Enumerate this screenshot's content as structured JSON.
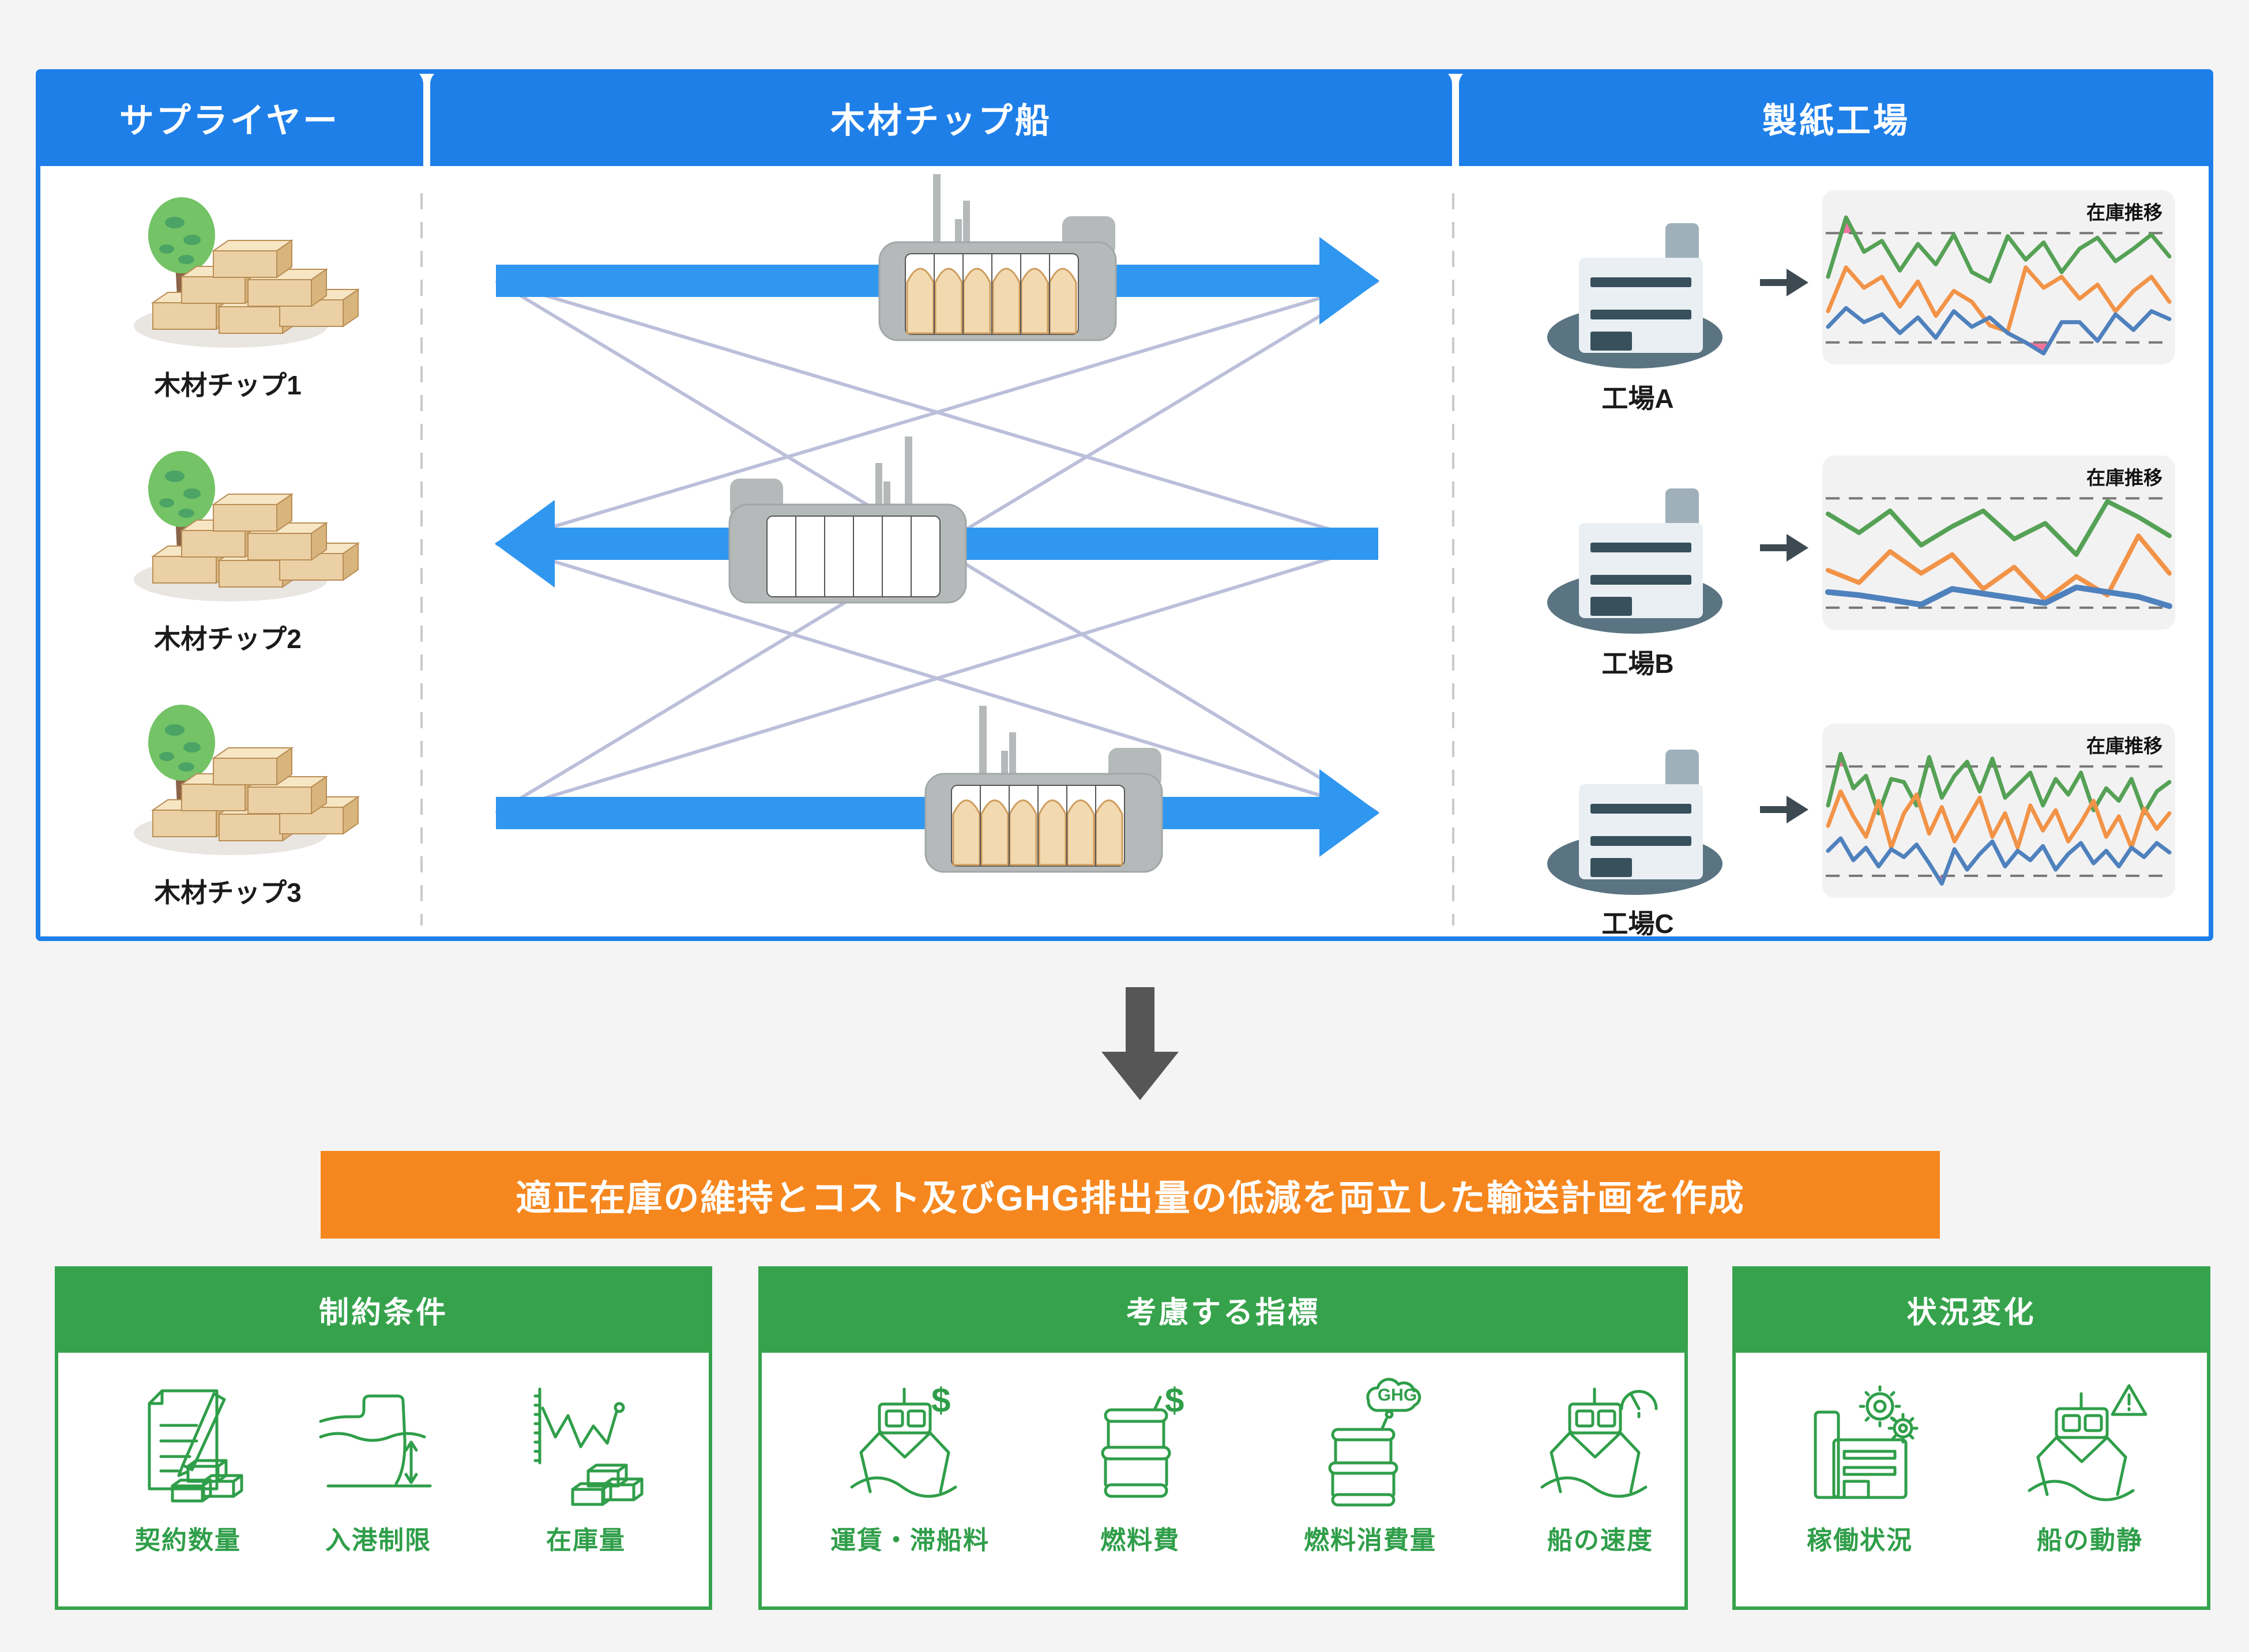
{
  "panel": {
    "tabs": {
      "supplier": "サプライヤー",
      "ships": "木材チップ船",
      "mills": "製紙工場"
    },
    "suppliers": [
      {
        "label": "木材チップ1"
      },
      {
        "label": "木材チップ2"
      },
      {
        "label": "木材チップ3"
      }
    ],
    "mills": [
      {
        "label": "工場A"
      },
      {
        "label": "工場B"
      },
      {
        "label": "工場C"
      }
    ]
  },
  "banner": {
    "text": "適正在庫の維持とコスト及びGHG排出量の低減を両立した輸送計画を作成"
  },
  "boxes": [
    {
      "title": "制約条件",
      "items": [
        {
          "label": "契約数量",
          "icon": "contract-icon"
        },
        {
          "label": "入港制限",
          "icon": "port-restriction-icon"
        },
        {
          "label": "在庫量",
          "icon": "inventory-icon"
        }
      ]
    },
    {
      "title": "考慮する指標",
      "items": [
        {
          "label": "運賃・滞船料",
          "icon": "freight-ship-icon"
        },
        {
          "label": "燃料費",
          "icon": "fuel-cost-barrel-icon"
        },
        {
          "label": "燃料消費量",
          "icon": "fuel-consumption-barrel-icon"
        },
        {
          "label": "船の速度",
          "icon": "ship-speed-icon"
        }
      ]
    },
    {
      "title": "状況変化",
      "items": [
        {
          "label": "稼働状況",
          "icon": "factory-operation-icon"
        },
        {
          "label": "船の動静",
          "icon": "ship-movement-icon"
        }
      ]
    }
  ],
  "icon_badges": {
    "dollar": "$",
    "ghg": "GHG"
  },
  "colors": {
    "background": "#f4f4f5",
    "panel_border": "#1e7fe9",
    "header_blue": "#1e7fe9",
    "arrow_blue": "#2f97f0",
    "network_line": "#b9bcd9",
    "down_arrow_gray": "#565656",
    "banner_orange": "#f6871e",
    "box_green": "#36a34c",
    "icon_green": "#2f9e49",
    "series_green": "#55a155",
    "series_orange": "#f29347",
    "series_blue": "#4f81bd",
    "violation_pink": "#f2739e",
    "threshold_dash": "#777777",
    "chart_card_bg": "#f2f2f3"
  },
  "chart_data": [
    {
      "type": "line",
      "title": "在庫推移",
      "mill": "工場A",
      "ylim": [
        0,
        100
      ],
      "upper_limit": 80,
      "lower_limit": 10,
      "grid": false,
      "legend": "none",
      "series": [
        {
          "name": "green",
          "color": "#55a155",
          "bound": "upper",
          "values": [
            52,
            90,
            68,
            75,
            56,
            73,
            60,
            79,
            55,
            49,
            78,
            63,
            74,
            55,
            70,
            77,
            62,
            70,
            79,
            65
          ]
        },
        {
          "name": "orange",
          "color": "#f29347",
          "bound": null,
          "values": [
            30,
            58,
            45,
            52,
            33,
            49,
            27,
            43,
            36,
            21,
            17,
            58,
            45,
            52,
            38,
            47,
            30,
            43,
            52,
            36
          ]
        },
        {
          "name": "blue",
          "color": "#4f81bd",
          "bound": "lower",
          "values": [
            20,
            32,
            23,
            28,
            16,
            26,
            13,
            30,
            20,
            26,
            16,
            10,
            3,
            23,
            23,
            11,
            28,
            18,
            30,
            25
          ]
        }
      ]
    },
    {
      "type": "line",
      "title": "在庫推移",
      "mill": "工場B",
      "ylim": [
        0,
        100
      ],
      "upper_limit": 80,
      "lower_limit": 10,
      "grid": false,
      "legend": "none",
      "series": [
        {
          "name": "green",
          "color": "#55a155",
          "bound": "upper",
          "width": 8,
          "values": [
            70,
            58,
            72,
            50,
            62,
            72,
            54,
            64,
            44,
            78,
            68,
            56
          ]
        },
        {
          "name": "orange",
          "color": "#f29347",
          "bound": null,
          "width": 8,
          "values": [
            34,
            26,
            46,
            32,
            44,
            22,
            36,
            15,
            30,
            18,
            56,
            32
          ]
        },
        {
          "name": "blue",
          "color": "#4f81bd",
          "bound": "lower",
          "width": 10,
          "values": [
            20,
            18,
            15,
            12,
            22,
            19,
            16,
            13,
            23,
            20,
            17,
            11
          ]
        }
      ]
    },
    {
      "type": "line",
      "title": "在庫推移",
      "mill": "工場C",
      "ylim": [
        0,
        100
      ],
      "upper_limit": 80,
      "lower_limit": 10,
      "grid": false,
      "legend": "none",
      "series": [
        {
          "name": "green",
          "color": "#55a155",
          "bound": "upper",
          "values": [
            55,
            88,
            66,
            74,
            50,
            72,
            70,
            55,
            86,
            60,
            74,
            83,
            64,
            85,
            60,
            68,
            76,
            55,
            72,
            62,
            76,
            52,
            66,
            58,
            72,
            50,
            64,
            70
          ]
        },
        {
          "name": "orange",
          "color": "#f29347",
          "bound": null,
          "values": [
            42,
            64,
            48,
            35,
            58,
            28,
            50,
            62,
            37,
            54,
            32,
            46,
            60,
            35,
            50,
            28,
            55,
            39,
            52,
            32,
            44,
            58,
            35,
            48,
            28,
            53,
            40,
            50
          ]
        },
        {
          "name": "blue",
          "color": "#4f81bd",
          "bound": "lower",
          "values": [
            26,
            34,
            20,
            28,
            16,
            27,
            22,
            30,
            18,
            5,
            27,
            14,
            24,
            32,
            16,
            26,
            20,
            29,
            14,
            24,
            31,
            18,
            26,
            16,
            28,
            22,
            31,
            25
          ]
        }
      ]
    }
  ]
}
